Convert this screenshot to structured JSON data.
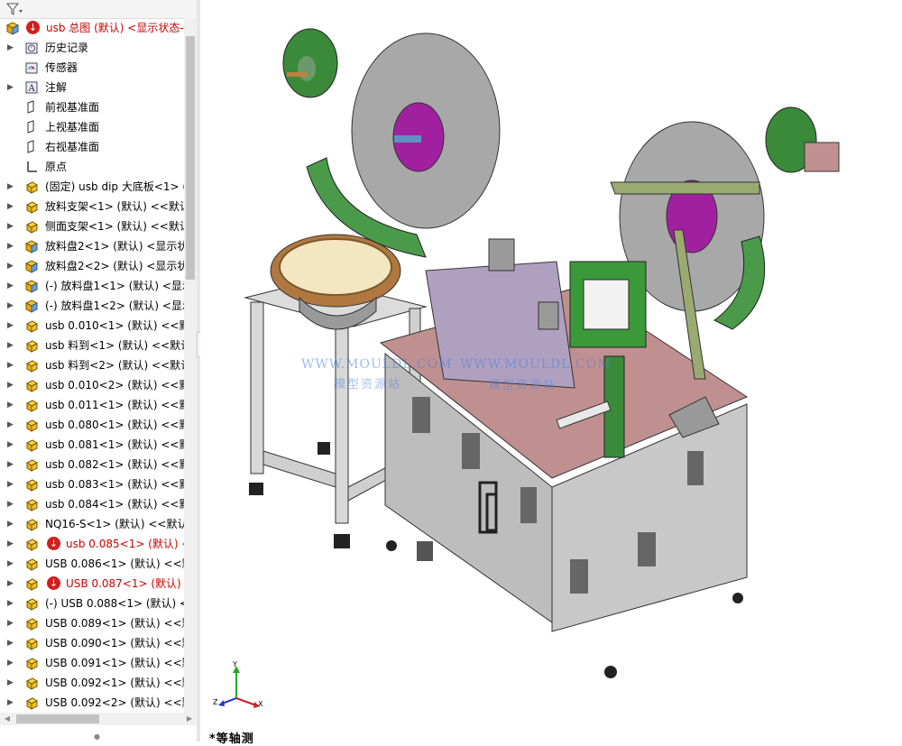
{
  "tree": {
    "items": [
      {
        "label": "usb 总图 (默认) <显示状态-",
        "icon": "assembly-icon",
        "error": true,
        "root": true
      },
      {
        "label": "历史记录",
        "icon": "history-icon",
        "expander": true
      },
      {
        "label": "传感器",
        "icon": "sensor-icon"
      },
      {
        "label": "注解",
        "icon": "annotation-icon",
        "expander": true
      },
      {
        "label": "前视基准面",
        "icon": "plane-icon"
      },
      {
        "label": "上视基准面",
        "icon": "plane-icon"
      },
      {
        "label": "右视基准面",
        "icon": "plane-icon"
      },
      {
        "label": "原点",
        "icon": "origin-icon"
      },
      {
        "label": "(固定) usb dip 大底板<1> (",
        "icon": "part-icon",
        "expander": true
      },
      {
        "label": "放料支架<1> (默认) <<默认",
        "icon": "part-icon",
        "expander": true
      },
      {
        "label": "侧面支架<1> (默认) <<默认",
        "icon": "part-icon",
        "expander": true
      },
      {
        "label": "放料盘2<1> (默认) <显示状",
        "icon": "subassembly-icon",
        "expander": true
      },
      {
        "label": "放料盘2<2> (默认) <显示状",
        "icon": "subassembly-icon",
        "expander": true
      },
      {
        "label": "(-) 放料盘1<1> (默认) <显示",
        "icon": "subassembly-icon",
        "expander": true
      },
      {
        "label": "(-) 放料盘1<2> (默认) <显示",
        "icon": "subassembly-icon",
        "expander": true
      },
      {
        "label": "usb 0.010<1> (默认) <<默",
        "icon": "part-icon",
        "expander": true
      },
      {
        "label": "usb 料到<1> (默认) <<默认",
        "icon": "part-icon",
        "expander": true
      },
      {
        "label": "usb 料到<2> (默认) <<默认",
        "icon": "part-icon",
        "expander": true
      },
      {
        "label": "usb 0.010<2> (默认) <<默",
        "icon": "part-icon",
        "expander": true
      },
      {
        "label": "usb 0.011<1> (默认) <<默",
        "icon": "part-icon",
        "expander": true
      },
      {
        "label": "usb 0.080<1> (默认) <<默",
        "icon": "part-icon",
        "expander": true
      },
      {
        "label": "usb 0.081<1> (默认) <<默",
        "icon": "part-icon",
        "expander": true
      },
      {
        "label": "usb 0.082<1> (默认) <<默",
        "icon": "part-icon",
        "expander": true
      },
      {
        "label": "usb 0.083<1> (默认) <<默",
        "icon": "part-icon",
        "expander": true
      },
      {
        "label": "usb 0.084<1> (默认) <<默",
        "icon": "part-icon",
        "expander": true
      },
      {
        "label": "NQ16-S<1> (默认) <<默认",
        "icon": "part-icon",
        "expander": true
      },
      {
        "label": "usb 0.085<1> (默认) <",
        "icon": "part-icon",
        "expander": true,
        "error": true
      },
      {
        "label": "USB 0.086<1> (默认) <<默",
        "icon": "part-icon",
        "expander": true
      },
      {
        "label": "USB 0.087<1> (默认) <",
        "icon": "part-icon",
        "expander": true,
        "error": true
      },
      {
        "label": "(-) USB 0.088<1> (默认) <",
        "icon": "part-icon",
        "expander": true
      },
      {
        "label": "USB 0.089<1> (默认) <<默",
        "icon": "part-icon",
        "expander": true
      },
      {
        "label": "USB 0.090<1> (默认) <<默",
        "icon": "part-icon",
        "expander": true
      },
      {
        "label": "USB 0.091<1> (默认) <<默",
        "icon": "part-icon",
        "expander": true
      },
      {
        "label": "USB 0.092<1> (默认) <<默",
        "icon": "part-icon",
        "expander": true
      },
      {
        "label": "USB 0.092<2> (默认) <<默",
        "icon": "part-icon",
        "expander": true
      }
    ]
  },
  "watermark": {
    "url_1": "WWW.MOULDL.COM",
    "cn_1": "模型资源站",
    "url_2": "WWW.MOULDL.COM",
    "cn_2": "模型资源站"
  },
  "triad": {
    "y": "Y",
    "z": "Z",
    "x": "X"
  },
  "view_caption": "*等轴测",
  "colors": {
    "error": "#cc0000",
    "tree_bg": "#ffffff",
    "reel": "#a8a8a8",
    "hub": "#a020a0",
    "green_part": "#4a9a4a",
    "cabinet": "#c8c8c8",
    "table_top": "#b08080"
  }
}
